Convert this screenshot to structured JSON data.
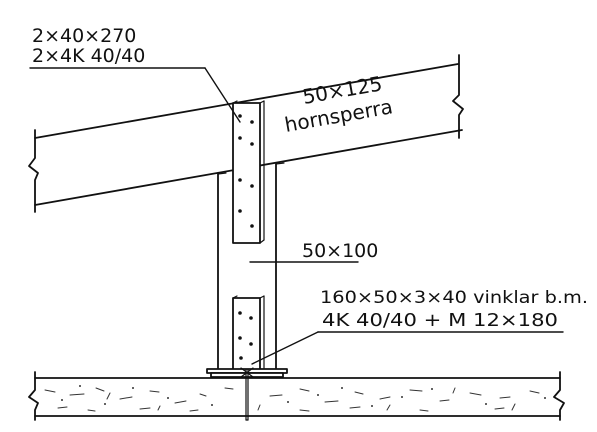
{
  "diagram": {
    "labels": {
      "connector_line1": "2×40×270",
      "connector_line2": "2×4K 40/40",
      "rafter_line1": "50×125",
      "rafter_line2": "hornsperra",
      "post": "50×100",
      "angle_line1": "160×50×3×40 vinklar b.m.",
      "angle_line2": "4K 40/40 + M 12×180"
    }
  }
}
